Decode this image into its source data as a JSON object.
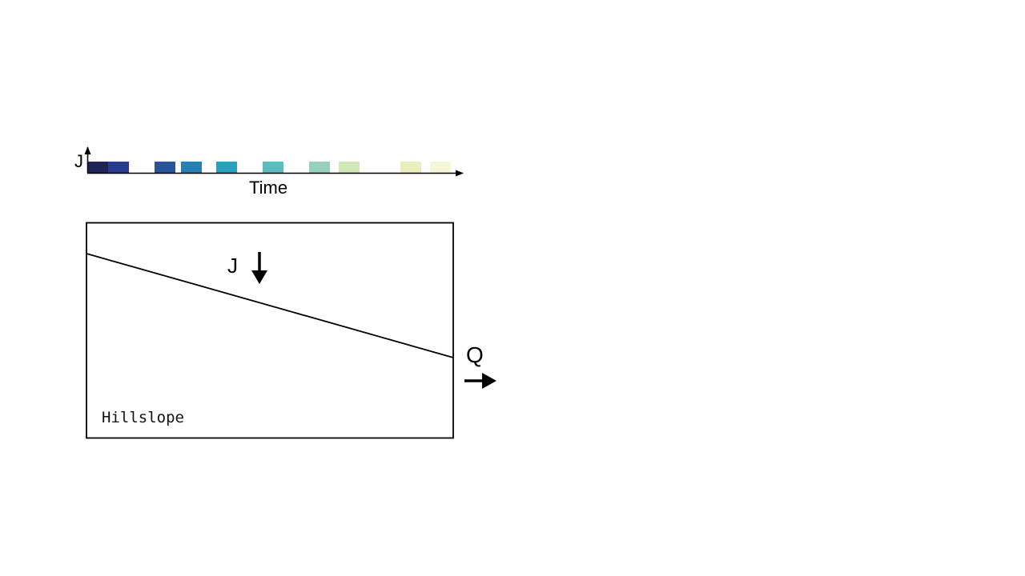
{
  "timeline": {
    "y_axis_label": "J",
    "x_axis_label": "Time",
    "pulses": [
      {
        "color": "#1e2456"
      },
      {
        "color": "#273c8f"
      },
      {
        "color": "#2a5499"
      },
      {
        "color": "#2680b6"
      },
      {
        "color": "#2ba0be"
      },
      {
        "color": "#5cbcbf"
      },
      {
        "color": "#96d0b9"
      },
      {
        "color": "#d1e8b6"
      },
      {
        "color": "#eaeebb"
      },
      {
        "color": "#f7f6d8"
      }
    ]
  },
  "hillslope": {
    "label": "Hillslope",
    "input_label": "J",
    "output_label": "Q"
  },
  "colors": {
    "ink": "#000000"
  }
}
